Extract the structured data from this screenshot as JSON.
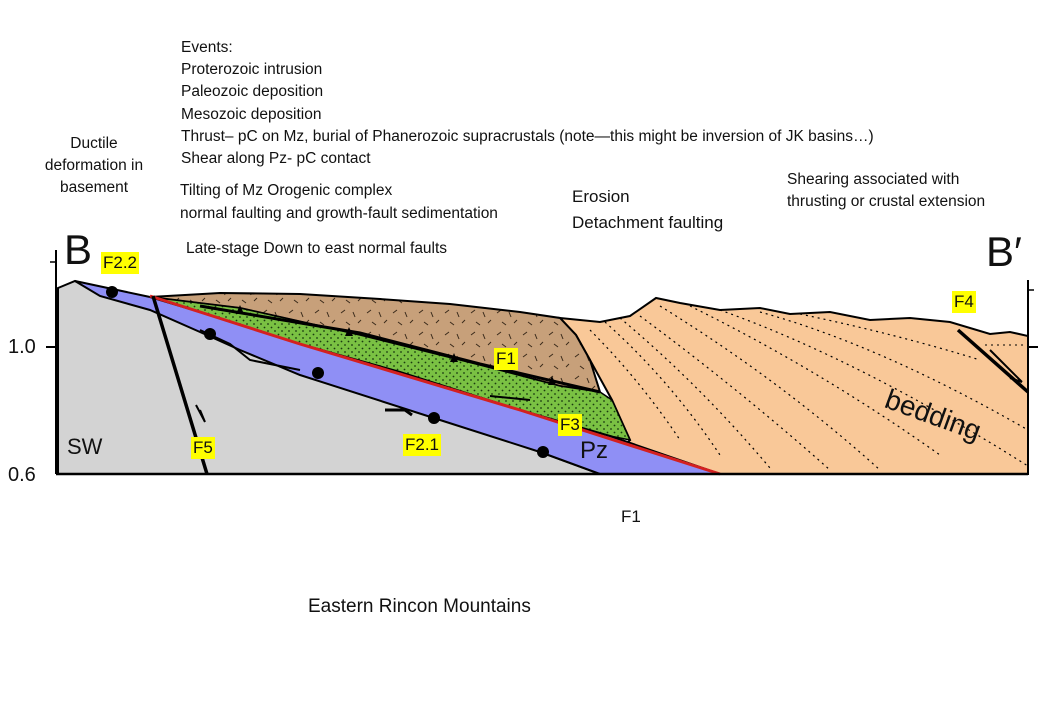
{
  "events": {
    "heading": "Events:",
    "items": [
      "Proterozoic intrusion",
      "Paleozoic deposition",
      "Mesozoic deposition",
      "Thrust– pC on Mz, burial of Phanerozoic supracrustals (note—this might be inversion of JK basins…)",
      "Shear along Pz- pC contact"
    ]
  },
  "ductile_lines": [
    "Ductile",
    "deformation in",
    "basement"
  ],
  "tilting_lines": [
    "Tilting of Mz Orogenic complex",
    "normal faulting and growth-fault sedimentation"
  ],
  "late_stage": "Late-stage Down to east normal faults",
  "erosion_lines": [
    "Erosion",
    "Detachment  faulting"
  ],
  "shearing_lines": [
    "Shearing associated with",
    "thrusting or crustal extension"
  ],
  "section": {
    "end_left": "B",
    "end_right": "B′",
    "y_ticks": [
      "1.0",
      "0.6"
    ],
    "sw_label": "SW",
    "pz_label": "Pz",
    "bedding_label": "bedding",
    "fault_labels": [
      "F2.2",
      "F1",
      "F3",
      "F2.1",
      "F5",
      "F4"
    ],
    "colors": {
      "basement": "#d3d3d3",
      "paleozoic": "#8f8ff5",
      "green_unit": "#7ac143",
      "brown_unit": "#c7a07a",
      "orange_unit": "#f9c898",
      "fault_red": "#d42020"
    }
  },
  "below_label": "F1",
  "caption": "Eastern Rincon Mountains"
}
